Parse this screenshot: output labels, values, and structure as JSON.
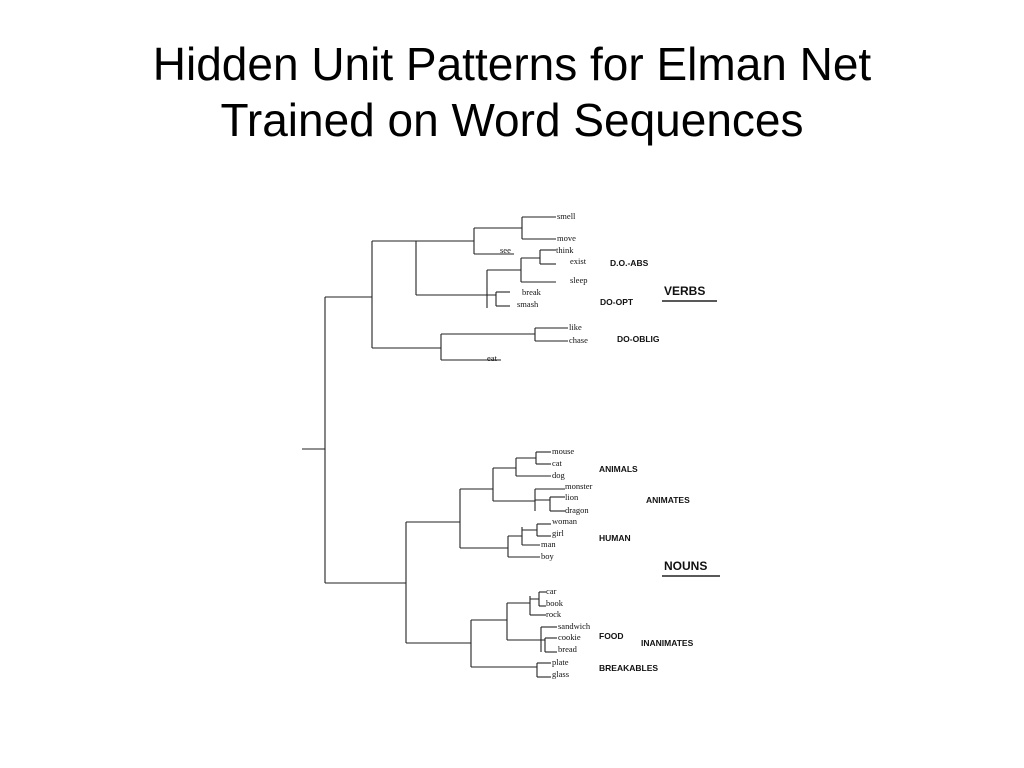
{
  "title": {
    "line1": "Hidden Unit Patterns for Elman Net",
    "line2": "Trained on Word Sequences"
  },
  "words": {
    "smell": "smell",
    "move": "move",
    "see": "see",
    "think": "think",
    "exist": "exist",
    "sleep": "sleep",
    "break": "break",
    "smash": "smash",
    "like": "like",
    "chase": "chase",
    "eat": "eat",
    "mouse": "mouse",
    "cat": "cat",
    "dog": "dog",
    "monster": "monster",
    "lion": "lion",
    "dragon": "dragon",
    "woman": "woman",
    "girl": "girl",
    "man": "man",
    "boy": "boy",
    "car": "car",
    "book": "book",
    "rock": "rock",
    "sandwich": "sandwich",
    "cookie": "cookie",
    "bread": "bread",
    "plate": "plate",
    "glass": "glass"
  },
  "groups": {
    "do_abs": "D.O.-ABS",
    "do_opt": "DO-OPT",
    "do_oblig": "DO-OBLIG",
    "animals": "ANIMALS",
    "animates": "ANIMATES",
    "human": "HUMAN",
    "food": "FOOD",
    "inanimates": "INANIMATES",
    "breakables": "BREAKABLES"
  },
  "categories": {
    "verbs": "VERBS",
    "nouns": "NOUNS"
  }
}
